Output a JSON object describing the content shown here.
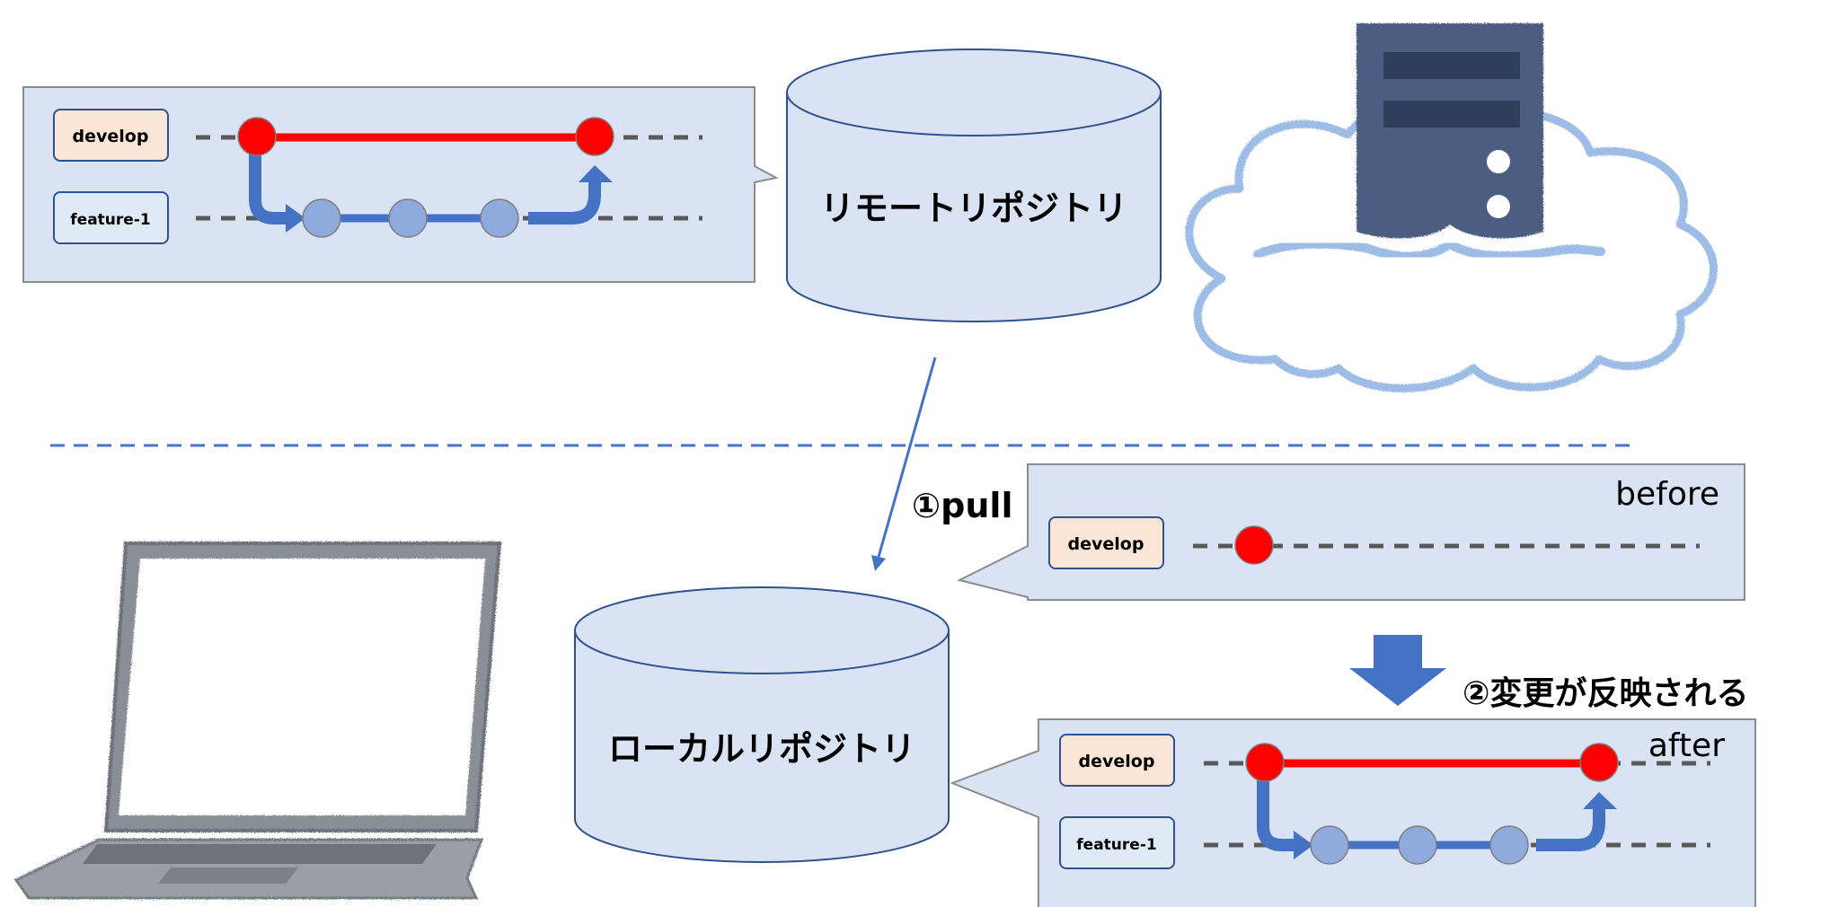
{
  "remote": {
    "repository_label": "リモートリポジトリ",
    "graph": {
      "branch_main": "develop",
      "branch_feature": "feature-1"
    }
  },
  "local": {
    "repository_label": "ローカルリポジトリ",
    "before_caption": "before",
    "after_caption": "after",
    "before_graph": {
      "branch_main": "develop"
    },
    "after_graph": {
      "branch_main": "develop",
      "branch_feature": "feature-1"
    }
  },
  "steps": {
    "pull": "①pull",
    "reflect": "②変更が反映される"
  },
  "colors": {
    "panel_fill": "#dae3f3",
    "panel_stroke": "#8c8c8c",
    "cylinder_stroke": "#2f528f",
    "develop_label_fill": "#fbe5d6",
    "feature_label_fill": "#deebf7",
    "develop_commit": "#ff0000",
    "feature_commit": "#8faadc",
    "branch_arrow": "#4472c4",
    "dashed_line": "#595959",
    "divider": "#4472c4",
    "server_body": "#4b5d80",
    "cloud_outline": "#9dbde6",
    "laptop_frame": "#8a8e96"
  },
  "icons": [
    "server-icon",
    "cloud-icon",
    "laptop-icon",
    "down-arrow-icon"
  ]
}
